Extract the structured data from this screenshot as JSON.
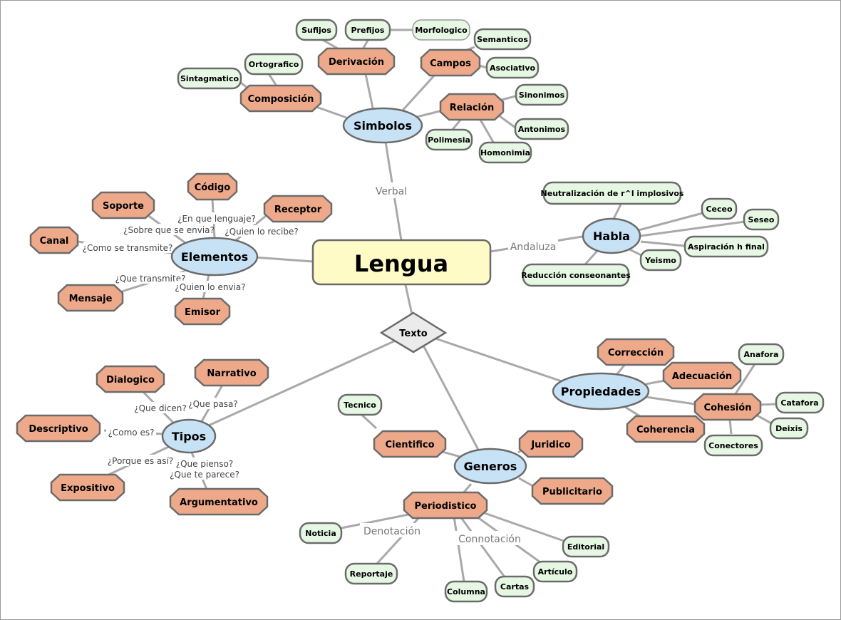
{
  "colors": {
    "central_fill": "#fffbc6",
    "main_fill": "#c8e2f5",
    "octagon_fill": "#eda98a",
    "leaf_fill": "#e6f8e4",
    "diamond_fill": "#ebebeb",
    "stroke": "#6b6b6b",
    "edge": "#a9a9a9"
  },
  "nodes": {
    "lengua": "Lengua",
    "texto": "Texto",
    "simbolos": "Simbolos",
    "elementos": "Elementos",
    "habla": "Habla",
    "propiedades": "Propiedades",
    "tipos": "Tipos",
    "generos": "Generos",
    "derivacion": "Derivación",
    "campos": "Campos",
    "composicion": "Composición",
    "relacion": "Relación",
    "sufijos": "Sufijos",
    "prefijos": "Prefijos",
    "morfologico": "Morfologico",
    "semanticos": "Semanticos",
    "asociativo": "Asociativo",
    "ortografico": "Ortografico",
    "sintagmatico": "Sintagmatico",
    "sinonimos": "Sinonimos",
    "antonimos": "Antonimos",
    "polimesia": "Polimesia",
    "homonimia": "Homonimia",
    "codigo": "Código",
    "soporte": "Soporte",
    "receptor": "Receptor",
    "canal": "Canal",
    "mensaje": "Mensaje",
    "emisor": "Emisor",
    "neutralizacion": "Neutralización de r^l implosivos",
    "ceceo": "Ceceo",
    "seseo": "Seseo",
    "aspiracion": "Aspiración h final",
    "yeismo": "Yeismo",
    "reduccion": "Reducción conseonantes",
    "correccion": "Corrección",
    "adecuacion": "Adecuación",
    "cohesion": "Cohesión",
    "coherencia": "Coherencia",
    "anafora": "Anafora",
    "catafora": "Catafora",
    "deixis": "Deixis",
    "conectores": "Conectores",
    "dialogico": "Dialogico",
    "narrativo": "Narrativo",
    "descriptivo": "Descriptivo",
    "expositivo": "Expositivo",
    "argumentativo": "Argumentativo",
    "tecnico": "Tecnico",
    "cientifico": "Cientifico",
    "juridico": "Juridico",
    "publicitario": "Publicitario",
    "periodistico": "Periodistico",
    "noticia": "Noticia",
    "reportaje": "Reportaje",
    "columna": "Columna",
    "cartas": "Cartas",
    "articulo": "Artículo",
    "editorial": "Editorial"
  },
  "edge_labels": {
    "verbal": "Verbal",
    "andaluza": "Andaluza",
    "denotacion": "Denotación",
    "connotacion": "Connotación",
    "en_que_lenguaje": "¿En que lenguaje?",
    "sobre_que_se_envia": "¿Sobre que se envia?",
    "quien_lo_recibe": "¿Quien lo recibe?",
    "como_se_transmite": "¿Como se transmite?",
    "que_transmite": "¿Que transmite?",
    "quien_lo_envia": "¿Quien lo envia?",
    "que_dicen": "¿Que dicen?",
    "que_pasa": "¿Que pasa?",
    "como_es": "¿Como es?",
    "porque_es_asi": "¿Porque es así?",
    "que_pienso": "¿Que pienso?",
    "que_te_parece": "¿Que te parece?"
  }
}
